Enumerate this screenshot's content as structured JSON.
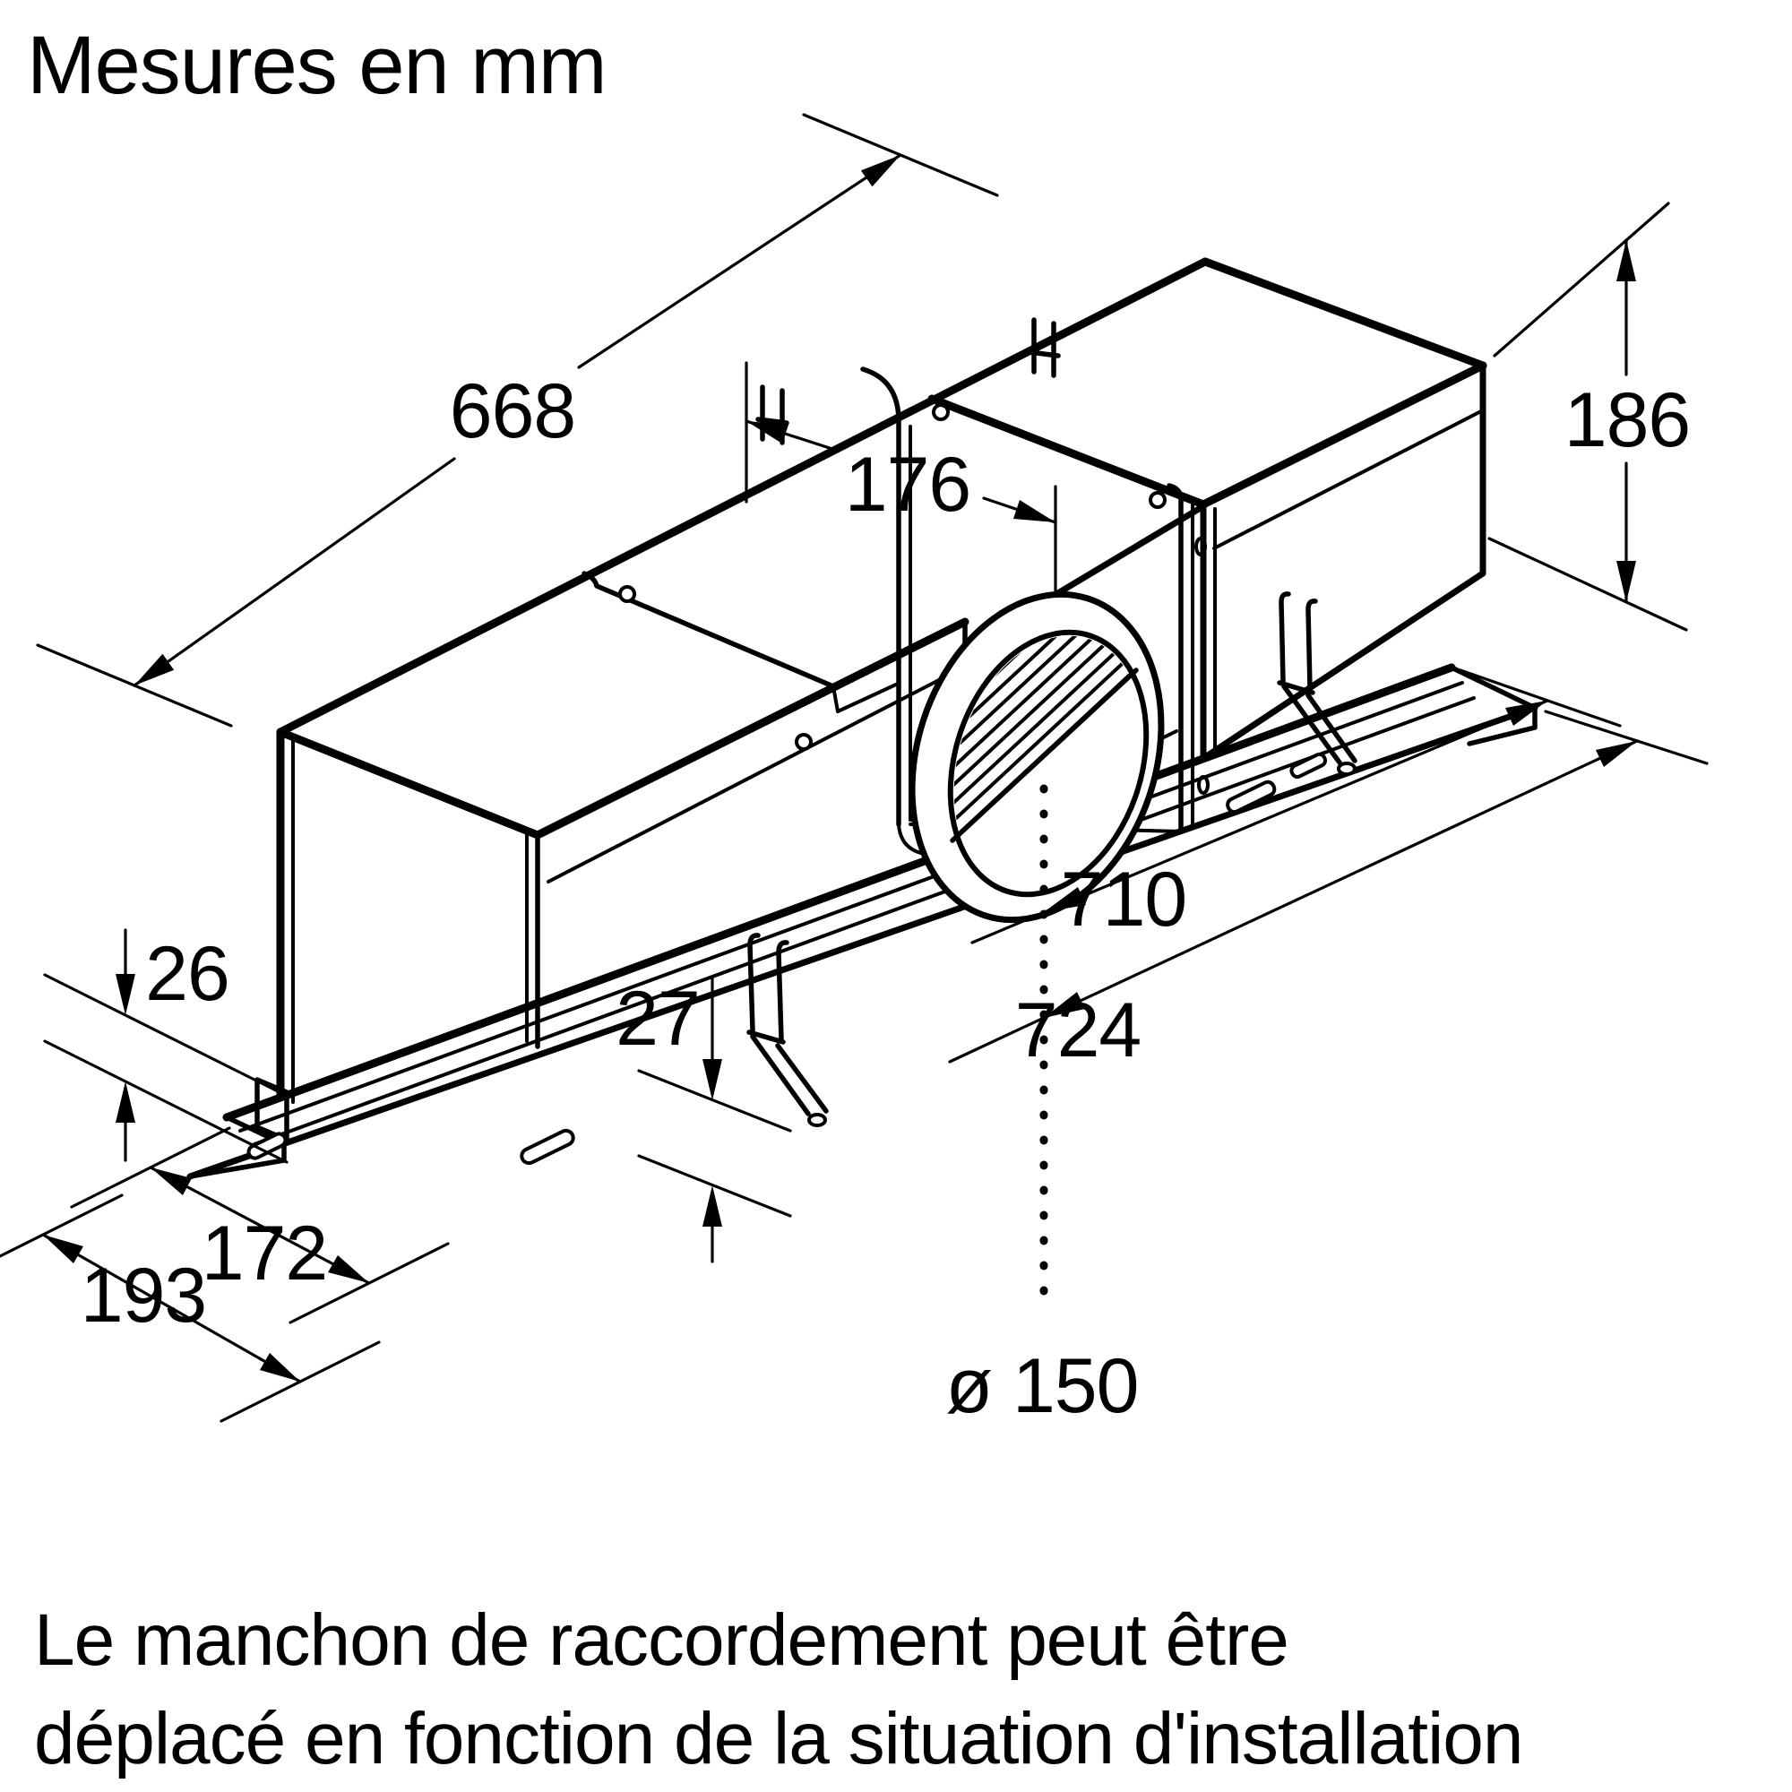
{
  "title": "Mesures en mm",
  "note": {
    "line1": "Le manchon de raccordement peut être",
    "line2": "déplacé en fonction de la situation d'installation"
  },
  "dimensions": {
    "top_length": "668",
    "duct_center_offset": "176",
    "unit_height": "186",
    "frame_drop_left": "26",
    "frame_drop_mid": "27",
    "center_to_frame_end": "710",
    "center_to_frame_corner": "724",
    "frame_depth_inner": "172",
    "frame_depth_outer": "193",
    "duct_diameter": "ø 150"
  },
  "colors": {
    "line": "#000000",
    "background": "#ffffff"
  }
}
